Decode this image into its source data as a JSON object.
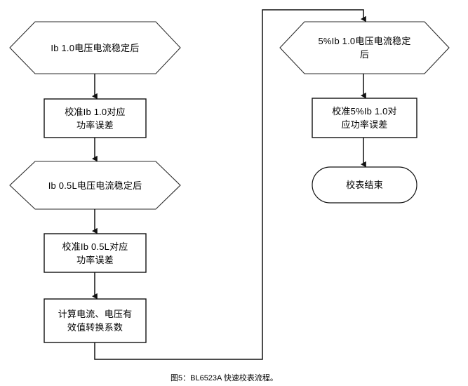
{
  "figure": {
    "caption": "图5：BL6523A 快速校表流程。",
    "stroke_color": "#1a1a1a",
    "fill_color": "#ffffff",
    "background": "#ffffff"
  },
  "nodes": [
    {
      "id": "ib10-stable",
      "shape": "hexagon",
      "label": "Ib 1.0电压电流稳定后",
      "column": "left"
    },
    {
      "id": "calib-ib10",
      "shape": "process",
      "label": "校准Ib 1.0对应\n功率误差",
      "column": "left"
    },
    {
      "id": "ib05l-stable",
      "shape": "hexagon",
      "label": "Ib 0.5L电压电流稳定后",
      "column": "left"
    },
    {
      "id": "calib-ib05l",
      "shape": "process",
      "label": "校准Ib 0.5L对应\n功率误差",
      "column": "left"
    },
    {
      "id": "calc-rms-coeff",
      "shape": "process",
      "label": "计算电流、电压有\n效值转换系数",
      "column": "left"
    },
    {
      "id": "ib5pct-stable",
      "shape": "hexagon",
      "label": "5%Ib 1.0电压电流稳定\n后",
      "column": "right"
    },
    {
      "id": "calib-ib5pct",
      "shape": "process",
      "label": "校准5%Ib 1.0对\n应功率误差",
      "column": "right"
    },
    {
      "id": "end",
      "shape": "terminator",
      "label": "校表结束",
      "column": "right"
    }
  ],
  "connectors": [
    {
      "from": "ib10-stable",
      "to": "calib-ib10",
      "type": "vertical-arrow"
    },
    {
      "from": "calib-ib10",
      "to": "ib05l-stable",
      "type": "vertical-arrow"
    },
    {
      "from": "ib05l-stable",
      "to": "calib-ib05l",
      "type": "vertical-arrow"
    },
    {
      "from": "calib-ib05l",
      "to": "calc-rms-coeff",
      "type": "vertical-arrow"
    },
    {
      "from": "calc-rms-coeff",
      "to": "ib5pct-stable",
      "type": "loop-around-bottom-top"
    },
    {
      "from": "ib5pct-stable",
      "to": "calib-ib5pct",
      "type": "vertical-arrow"
    },
    {
      "from": "calib-ib5pct",
      "to": "end",
      "type": "vertical-arrow"
    }
  ]
}
